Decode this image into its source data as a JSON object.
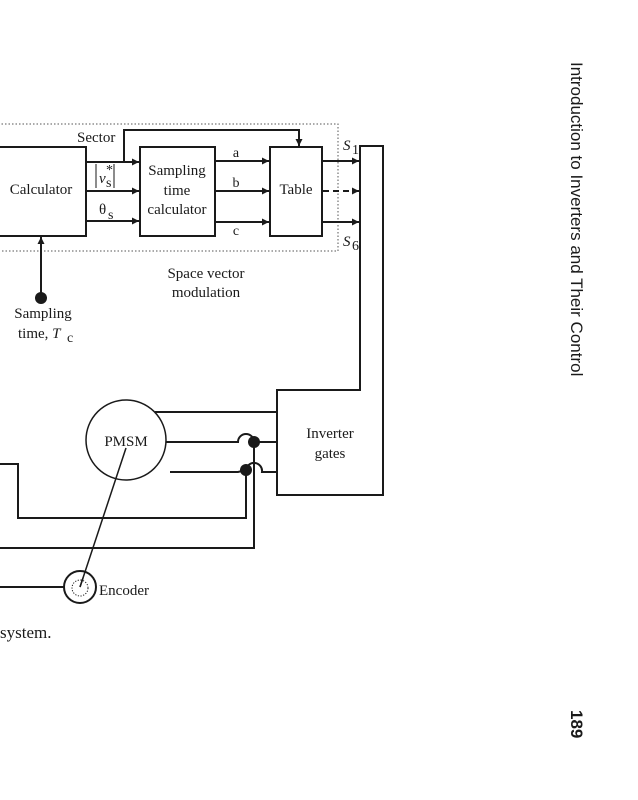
{
  "running_head": "Introduction to Inverters and Their Control",
  "page_number": "189",
  "caption_fragment": "system.",
  "diagram": {
    "blocks": {
      "calculator": "Calculator",
      "sampling_time_calculator": [
        "Sampling",
        "time",
        "calculator"
      ],
      "table": "Table",
      "pmsm": "PMSM",
      "inverter_gates": [
        "Inverter",
        "gates"
      ],
      "encoder": "Encoder"
    },
    "signals": {
      "sector": "Sector",
      "vs_symbol": "v",
      "vs_superscript": "*",
      "vs_subscript": "s",
      "theta_symbol": "θ",
      "theta_subscript": "s",
      "a": "a",
      "b": "b",
      "c": "c",
      "s1_symbol": "S",
      "s1_subscript": "1",
      "s6_symbol": "S",
      "s6_subscript": "6"
    },
    "svm_region_label": [
      "Space vector",
      "modulation"
    ],
    "sampling_input_label": [
      "Sampling",
      "time, "
    ],
    "sampling_tc_symbol": "T",
    "sampling_tc_subscript": "c"
  }
}
